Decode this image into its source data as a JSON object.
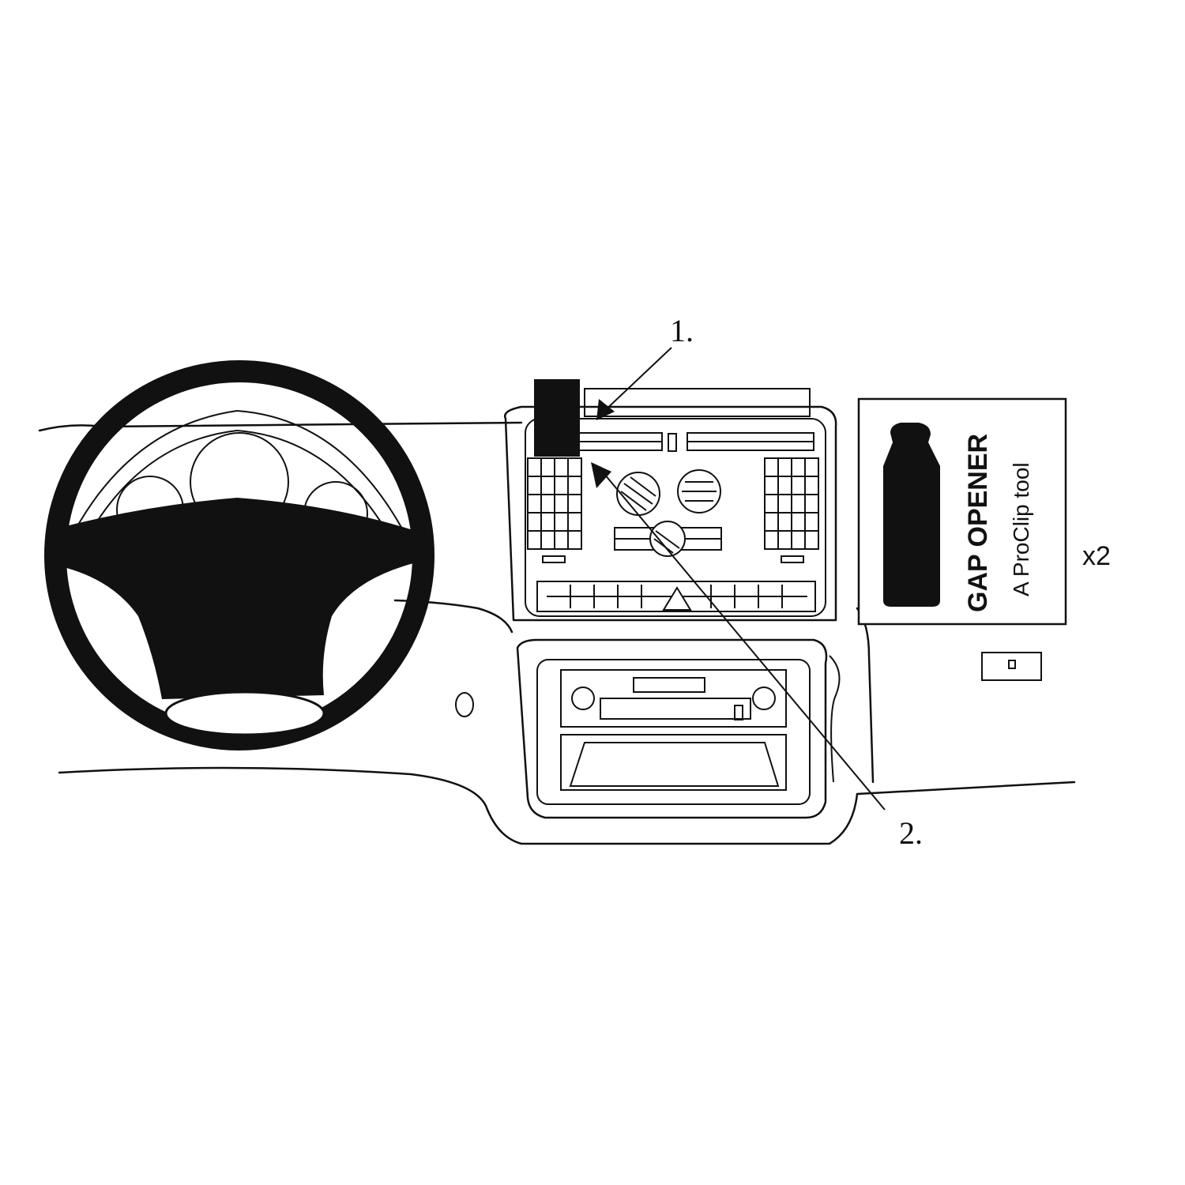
{
  "callouts": {
    "one": "1.",
    "two": "2."
  },
  "tool_card": {
    "title": "GAP OPENER",
    "subtitle": "A ProClip tool",
    "quantity": "x2"
  },
  "colors": {
    "ink": "#111111",
    "background": "#ffffff"
  }
}
